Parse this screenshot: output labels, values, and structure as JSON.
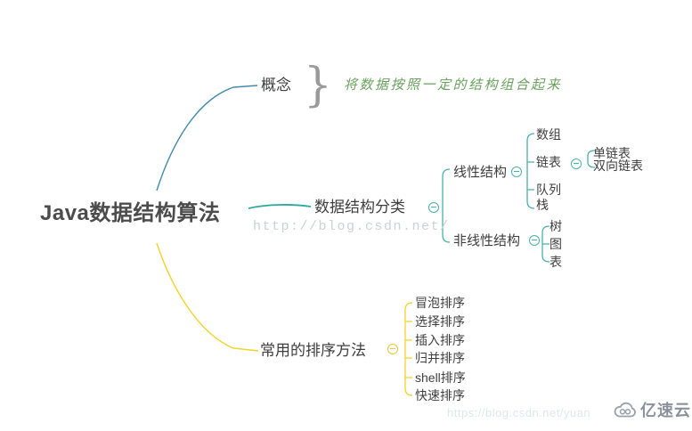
{
  "root": {
    "label": "Java数据结构算法"
  },
  "concept": {
    "label": "概念",
    "brace_glyph": "}",
    "note": "将数据按照一定的结构组合起来"
  },
  "classification": {
    "label": "数据结构分类",
    "linear": {
      "label": "线性结构",
      "items": [
        "数组",
        "链表",
        "队列",
        "栈"
      ],
      "linked_list_children": [
        "单链表",
        "双向链表"
      ]
    },
    "nonlinear": {
      "label": "非线性结构",
      "items": [
        "树",
        "图",
        "表"
      ]
    }
  },
  "sorting": {
    "label": "常用的排序方法",
    "items": [
      "冒泡排序",
      "选择排序",
      "插入排序",
      "归并排序",
      "shell排序",
      "快速排序"
    ]
  },
  "watermarks": {
    "center": "http://blog.csdn.net/",
    "bottom_right": "https://blog.csdn.net/yuan"
  },
  "logo": {
    "text": "亿速云"
  },
  "icons": {
    "collapse": "minus-circle",
    "logo": "cloud-icon",
    "brace": "curly-brace"
  },
  "colors": {
    "branch_concept": "#4289ac",
    "branch_classification": "#2ba99d",
    "branch_sorting": "#f0d32b",
    "bracket_teal": "#49b2a8",
    "note_green": "#6aa15e",
    "node_text": "#3e3e3e",
    "root_text": "#4c4c4c",
    "brace_gray": "#9a9a9a",
    "watermark_center": "#ccd1d5",
    "watermark_bottom": "#e2e5e9",
    "logo_gray": "#8b929c"
  }
}
